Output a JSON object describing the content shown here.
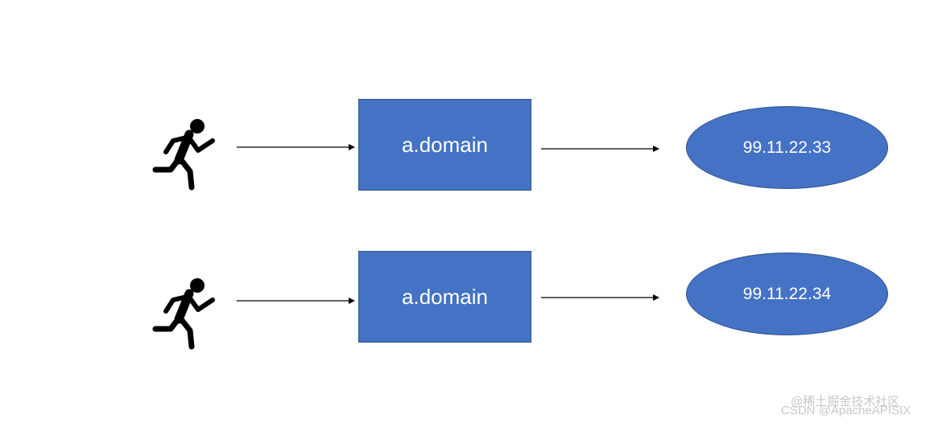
{
  "rows": [
    {
      "client_icon": "running-person-icon",
      "domain_label": "a.domain",
      "ip_label": "99.11.22.33"
    },
    {
      "client_icon": "running-person-icon",
      "domain_label": "a.domain",
      "ip_label": "99.11.22.34"
    }
  ],
  "watermark": {
    "line1": "@稀土掘金技术社区",
    "line2": "CSDN @ApacheAPISIX"
  },
  "colors": {
    "shape_fill": "#4472c4",
    "shape_border": "#2f528f",
    "shape_text": "#ffffff",
    "arrow": "#000000",
    "watermark": "#c8c8c8"
  }
}
